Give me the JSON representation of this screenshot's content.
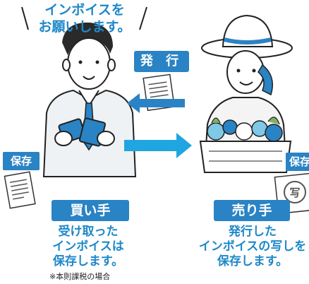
{
  "speech_bubble": {
    "line1": "インボイスを",
    "line2": "お願いします。"
  },
  "issue_label": "発 行",
  "buyer": {
    "store_badge": "保存",
    "role_label": "買い手",
    "desc_line1": "受け取った",
    "desc_line2": "インボイスは",
    "desc_line3": "保存します。",
    "note": "※本則課税の場合"
  },
  "seller": {
    "store_badge": "保存",
    "stamp_text": "写",
    "role_label": "売り手",
    "desc_line1": "発行した",
    "desc_line2": "インボイスの写しを",
    "desc_line3": "保存します。"
  },
  "colors": {
    "accent_blue": "#2a83c4",
    "text_blue": "#1e88c8"
  }
}
